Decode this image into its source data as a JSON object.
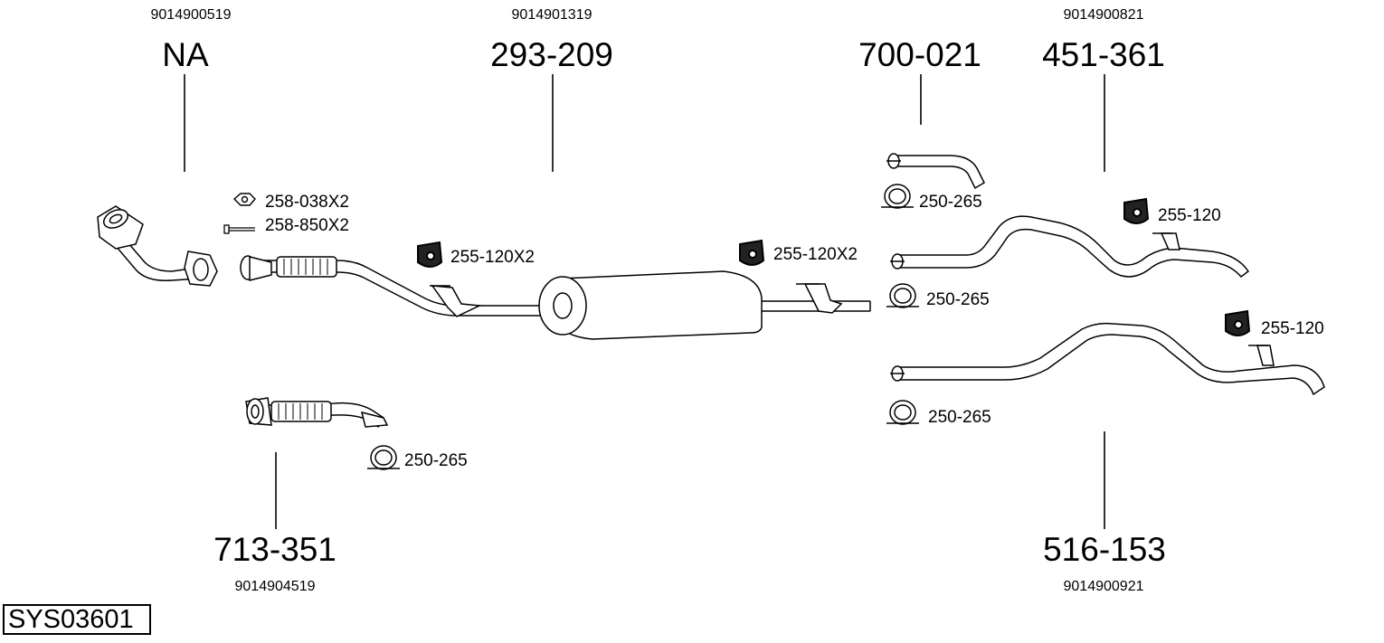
{
  "system_code": "SYS03601",
  "parts": [
    {
      "id": "front_pipe",
      "part_number": "NA",
      "oe_number": "9014900519"
    },
    {
      "id": "middle_silencer",
      "part_number": "293-209",
      "oe_number": "9014901319"
    },
    {
      "id": "tail_700",
      "part_number": "700-021",
      "oe_number": ""
    },
    {
      "id": "rear_silencer_451",
      "part_number": "451-361",
      "oe_number": "9014900821"
    },
    {
      "id": "flex_pipe",
      "part_number": "713-351",
      "oe_number": "9014904519"
    },
    {
      "id": "rear_pipe_516",
      "part_number": "516-153",
      "oe_number": "9014900921"
    }
  ],
  "accessories": {
    "nut": "258-038X2",
    "bolt": "258-850X2",
    "hanger_front": "255-120X2",
    "hanger_mid": "255-120X2",
    "hanger_451": "255-120",
    "hanger_516": "255-120",
    "clamp_flex": "250-265",
    "clamp_700": "250-265",
    "clamp_451": "250-265",
    "clamp_516": "250-265"
  }
}
